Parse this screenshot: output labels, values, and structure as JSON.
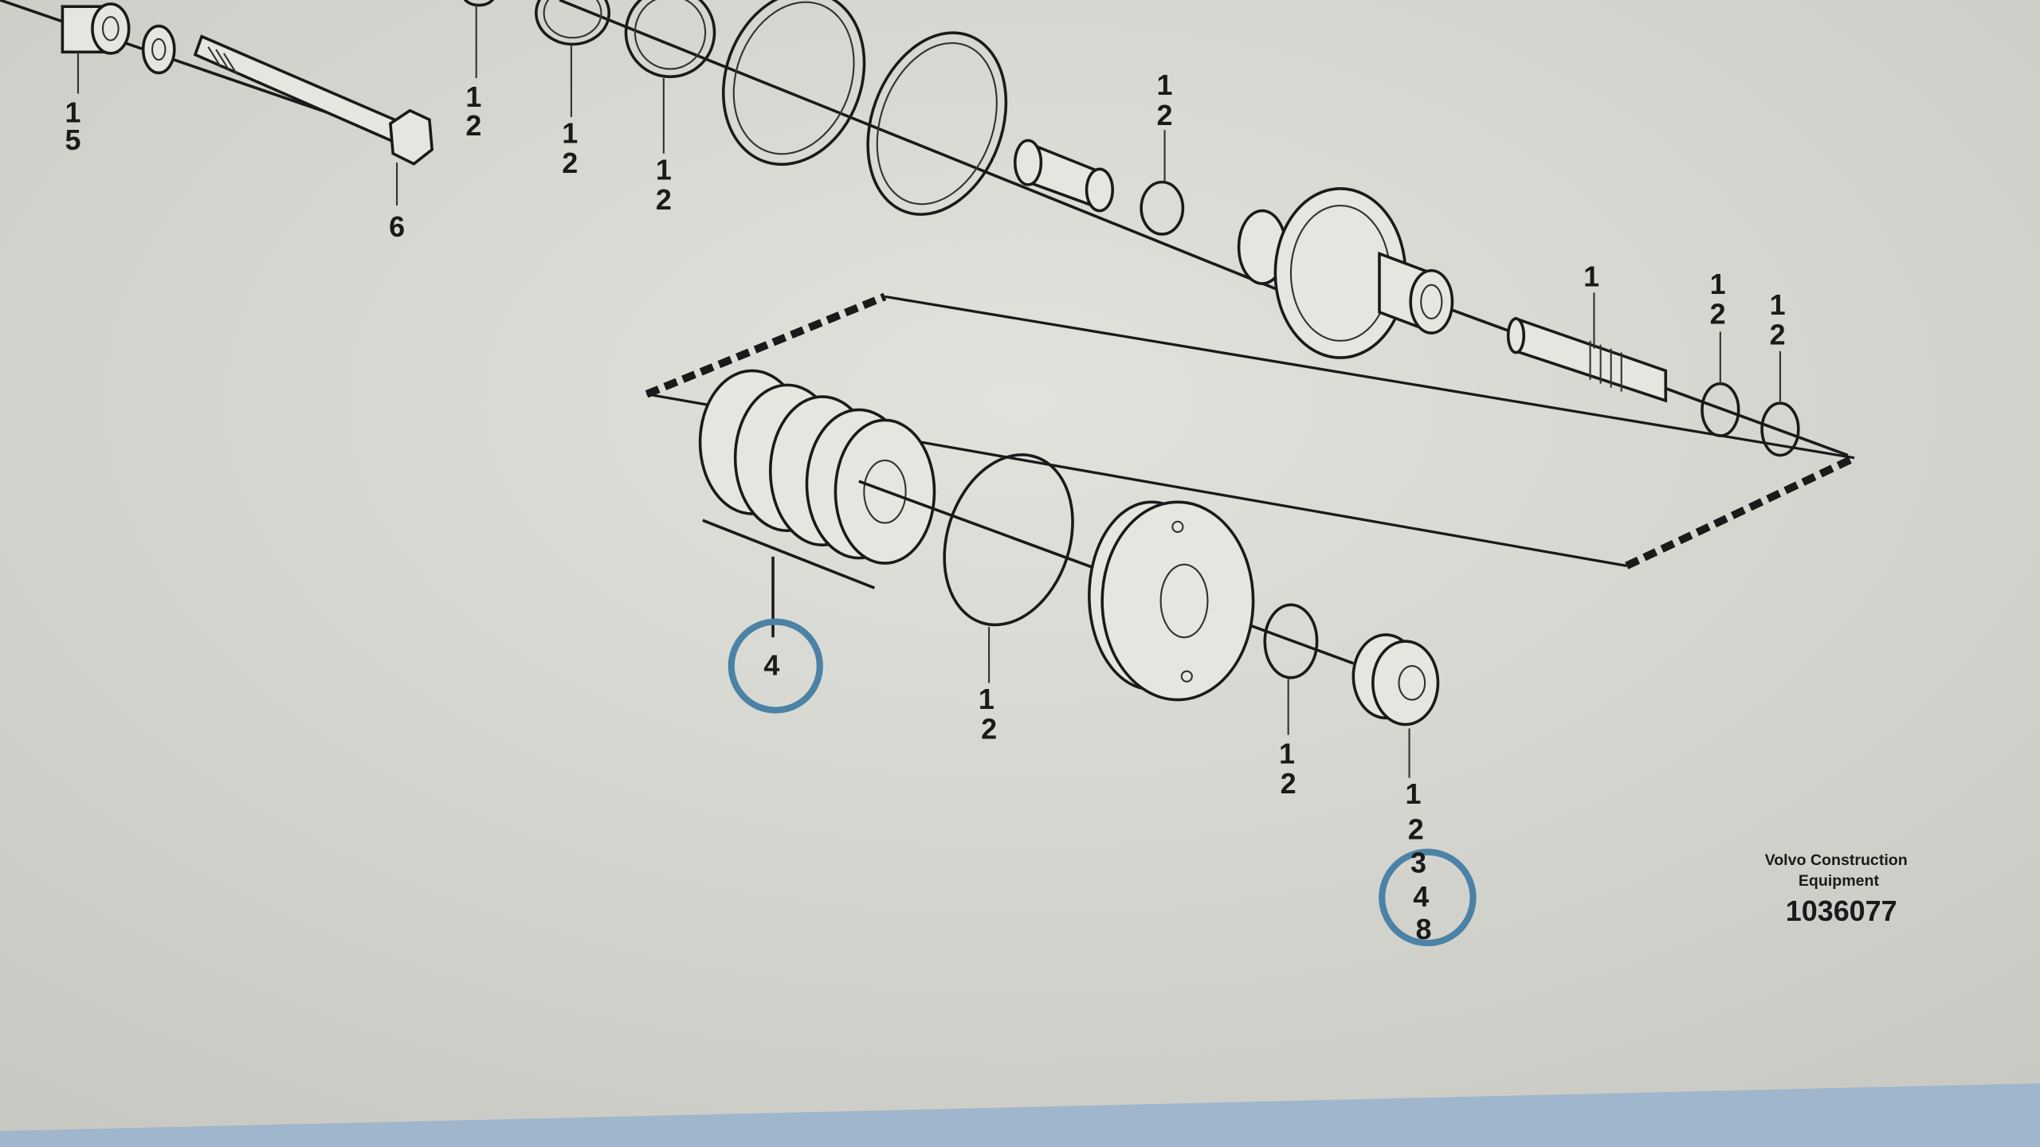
{
  "diagram": {
    "callouts": {
      "c15": [
        "1",
        "5"
      ],
      "c6": "6",
      "c12a": [
        "1",
        "2"
      ],
      "c12b": [
        "1",
        "2"
      ],
      "c12c": [
        "1",
        "2"
      ],
      "c12d": [
        "1",
        "2"
      ],
      "c1": "1",
      "c12e": [
        "1",
        "2"
      ],
      "c12f": [
        "1",
        "2"
      ],
      "c4": "4",
      "c12g": [
        "1",
        "2"
      ],
      "c12h": [
        "1",
        "2"
      ],
      "c12348": [
        "1",
        "2",
        "3",
        "4",
        "8"
      ]
    },
    "highlight_color": "#4b82a6",
    "publisher": [
      "Volvo Construction",
      "Equipment"
    ],
    "illustration_number": "1036077"
  }
}
